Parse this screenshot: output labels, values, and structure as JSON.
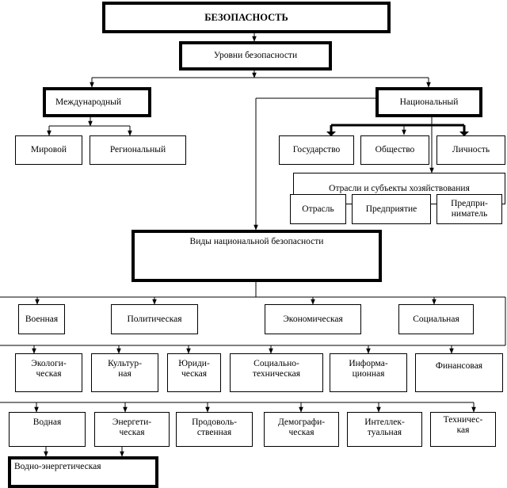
{
  "title": "БЕЗОПАСНОСТЬ",
  "levels": "Уровни безопасности",
  "international": {
    "label": "Международный",
    "children": [
      "Мировой",
      "Региональный"
    ]
  },
  "national": {
    "label": "Национальный",
    "children": [
      "Государство",
      "Общество",
      "Личность"
    ],
    "sectors": {
      "label": "Отрасли и субъекты хозяйствования",
      "children": [
        "Отрасль",
        "Предприятие",
        "Предпри-\nниматель"
      ]
    }
  },
  "kinds": {
    "label": "Виды национальной безопасности",
    "row1": [
      "Военная",
      "Политическая",
      "Экономическая",
      "Социальная"
    ],
    "row2": [
      "Экологи-\nческая",
      "Культур-\nная",
      "Юриди-\nческая",
      "Социально-\nтехническая",
      "Информа-\nционная",
      "Финансовая"
    ],
    "row3": [
      "Водная",
      "Энергети-\nческая",
      "Продоволь-\nственная",
      "Демографи-\nческая",
      "Интеллек-\nтуальная",
      "Техничес-\nкая"
    ],
    "combined": "Водно-энергетическая"
  }
}
